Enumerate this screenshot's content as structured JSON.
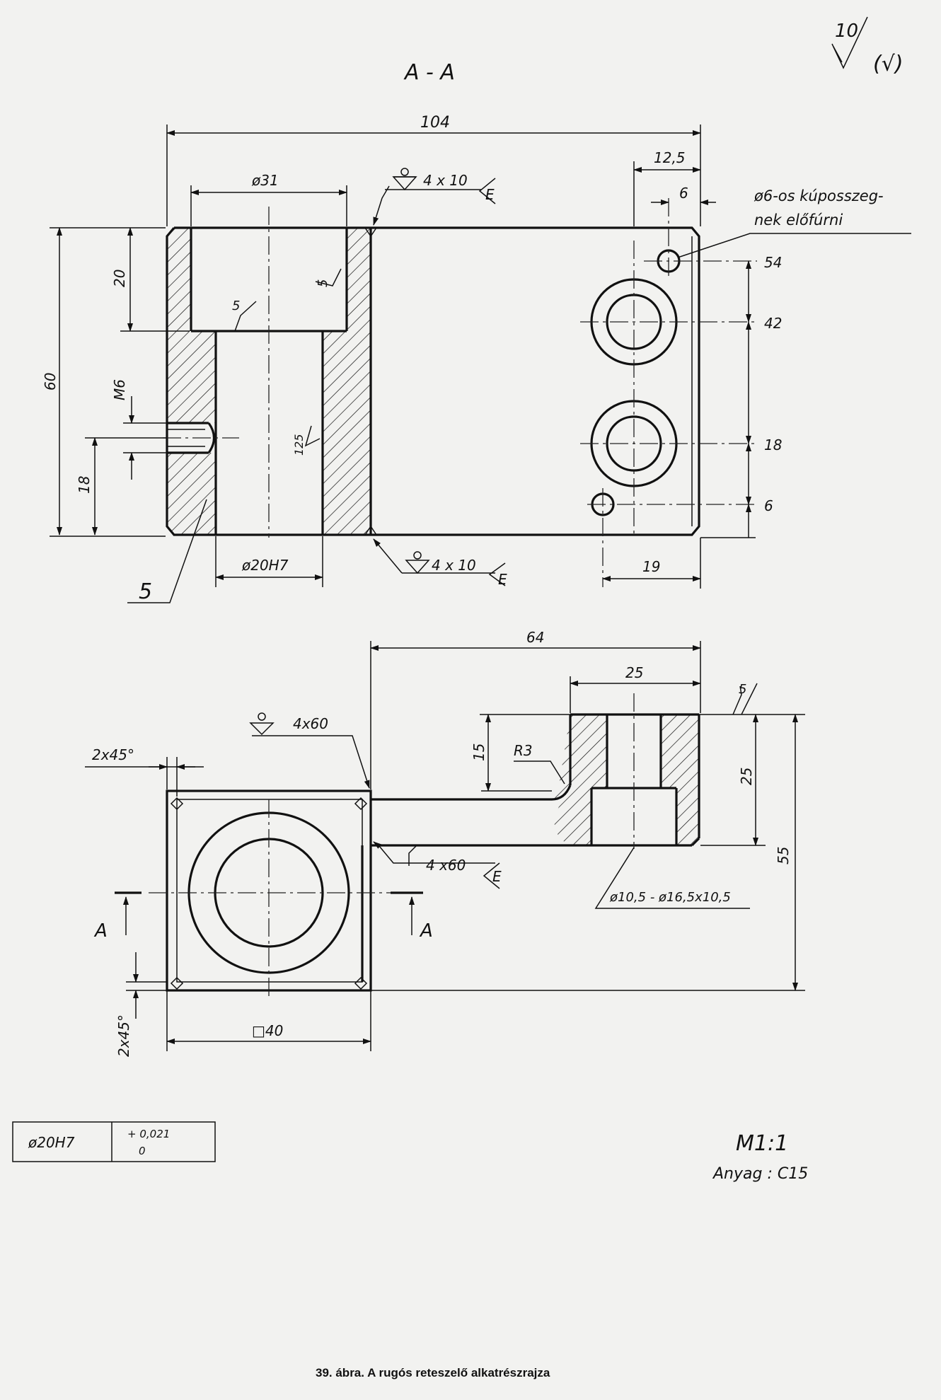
{
  "section_label": "A - A",
  "roughness": {
    "value": "10",
    "bracket": "(√)"
  },
  "section_view": {
    "dim_104": "104",
    "dim_12_5": "12,5",
    "dim_6_top": "6",
    "dia_31": "ø31",
    "weld_top": "4 x 10",
    "weld_top_e": "E",
    "note_line1": "ø6-os kúposszeg-",
    "note_line2": "nek előfúrni",
    "dim_54": "54",
    "dim_42": "42",
    "dim_18_right": "18",
    "dim_6_right": "6",
    "dim_60": "60",
    "dim_20": "20",
    "dim_m6": "M6",
    "dim_18_left": "18",
    "rough_5a": "5",
    "rough_5b": "5",
    "rough_125": "125",
    "dia_20h7": "ø20H7",
    "weld_bottom": "4 x 10",
    "weld_bottom_e": "E",
    "dim_19": "19",
    "part_no": "5"
  },
  "plan_view": {
    "dim_64": "64",
    "dim_25_top": "25",
    "rough_5": "5",
    "weld_4x60_top": "4x60",
    "chamfer_top": "2x45°",
    "dim_15": "15",
    "r3": "R3",
    "dim_25_right": "25",
    "dim_55": "55",
    "weld_4x60_side": "4 x60",
    "weld_side_e": "E",
    "counterbore": "ø10,5 - ø16,5x10,5",
    "section_a_left": "A",
    "section_a_right": "A",
    "chamfer_bottom": "2x45°",
    "square_40": "□40"
  },
  "tolerance_table": {
    "fit": "ø20H7",
    "upper": "+ 0,021",
    "lower": "0"
  },
  "scale": "M1:1",
  "material": "Anyag : C15",
  "caption": "39. ábra. A rugós reteszelő alkatrészrajza"
}
